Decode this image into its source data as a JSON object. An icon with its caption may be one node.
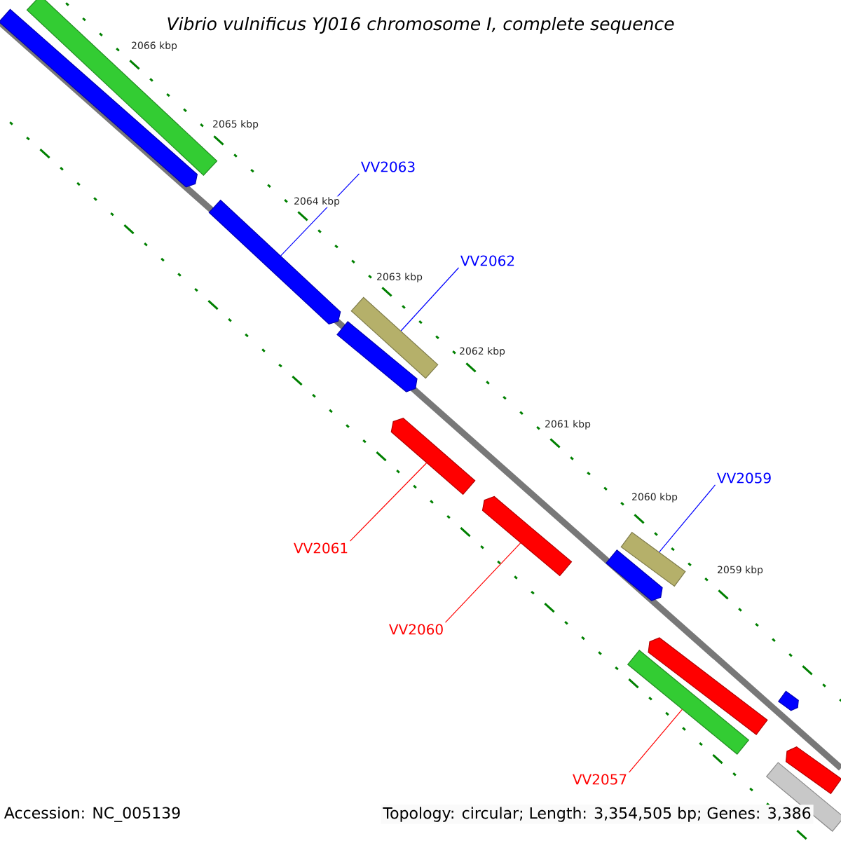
{
  "diagram": {
    "title": "Vibrio vulnificus YJ016 chromosome I, complete sequence",
    "nodes": [
      {
        "text": [
          "VV2063"
        ]
      },
      {
        "text": [],
        "shape": "bar"
      },
      {
        "text": [
          "VV2062"
        ]
      },
      {
        "text": [],
        "shape": "bar"
      },
      {
        "text": [
          "VV2059"
        ]
      },
      {
        "text": [],
        "shape": "bar"
      },
      {
        "text": [
          "VV2061"
        ]
      },
      {
        "text": [],
        "shape": "bar"
      },
      {
        "text": [
          "VV2060"
        ]
      },
      {
        "text": [],
        "shape": "bar"
      },
      {
        "text": [
          "VV2057"
        ]
      },
      {
        "text": [],
        "shape": "bar"
      },
      {
        "text": [],
        "shape": "bar"
      },
      {
        "text": [],
        "shape": "bar"
      },
      {
        "text": [],
        "shape": "bar"
      },
      {
        "text": [],
        "shape": "bar"
      },
      {
        "text": [],
        "shape": "bar"
      },
      {
        "text": [],
        "shape": "bar"
      },
      {
        "text": [],
        "shape": "bar"
      },
      {
        "text": [],
        "shape": "bar"
      }
    ],
    "edges": [
      {
        "from": 0,
        "to": 1,
        "arrow": "none",
        "color": "#0000ff"
      },
      {
        "from": 2,
        "to": 3,
        "arrow": "none",
        "color": "#0000ff"
      },
      {
        "from": 4,
        "to": 5,
        "arrow": "none",
        "color": "#0000ff"
      },
      {
        "from": 6,
        "to": 7,
        "arrow": "none",
        "color": "#ff0000"
      },
      {
        "from": 8,
        "to": 9,
        "arrow": "none",
        "color": "#ff0000"
      },
      {
        "from": 10,
        "to": 11,
        "arrow": "none",
        "color": "#ff0000"
      }
    ],
    "labels": [
      "2066 kbp",
      "2065 kbp",
      "2064 kbp",
      "2063 kbp",
      "2062 kbp",
      "2061 kbp",
      "2060 kbp",
      "2059 kbp",
      "Accession: NC_005139",
      "Topology: circular; Length: 3,354,505 bp; Genes: 3,386"
    ]
  }
}
